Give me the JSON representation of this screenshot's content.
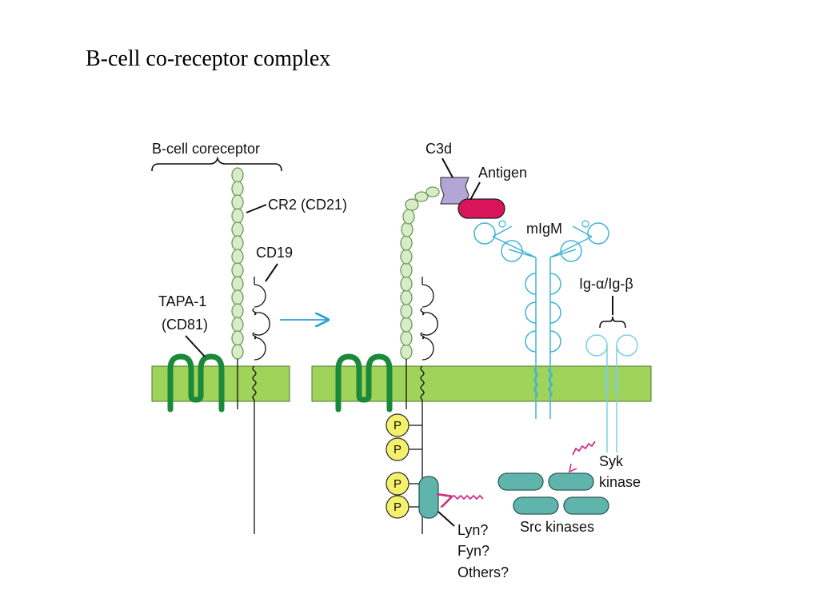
{
  "title": "B-cell co-receptor complex",
  "labels": {
    "coreceptor": "B-cell coreceptor",
    "cr2": "CR2 (CD21)",
    "cd19": "CD19",
    "tapa_line1": "TAPA-1",
    "tapa_line2": "(CD81)",
    "c3d": "C3d",
    "antigen": "Antigen",
    "migm": "mIgM",
    "ig_ab": "Ig-α/Ig-β",
    "syk_line1": "Syk",
    "syk_line2": "kinase",
    "src": "Src kinases",
    "lyn": "Lyn?",
    "fyn": "Fyn?",
    "others": "Others?",
    "phospho": "P"
  },
  "colors": {
    "membrane": "#9fd35a",
    "tapa": "#1a8a3a",
    "cr2_bead": "#d8ecc7",
    "cr2_outline": "#6a9a5a",
    "igm": "#3fb3d6",
    "ig_ab": "#7ccde6",
    "c3d": "#b3a6d6",
    "antigen": "#d9145a",
    "phospho": "#f5f06a",
    "kinase": "#5fb5ab",
    "arrow_blue": "#2aa0d8",
    "zigzag": "#d0308a"
  },
  "icons": {
    "transition_arrow": "arrow-right-icon",
    "activation_signal": "zigzag-arrow-icon"
  }
}
